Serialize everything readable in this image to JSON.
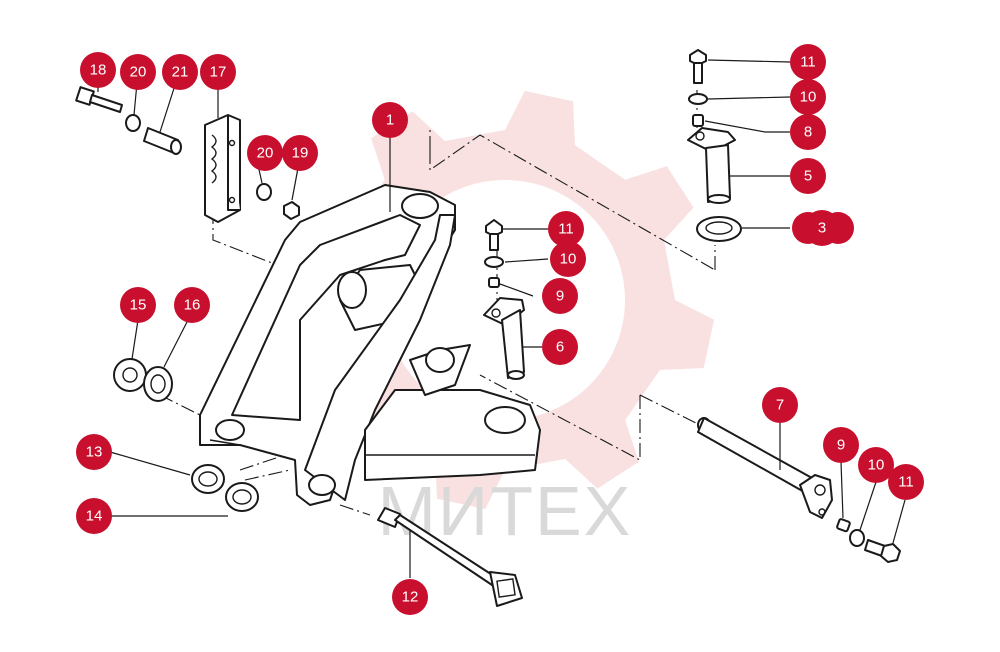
{
  "watermark": {
    "text": "МИТЕХ",
    "gear_color": "#f6c9c9",
    "text_color": "#d9d9d9"
  },
  "colors": {
    "callout": "#c8102e",
    "callout_text": "#ffffff",
    "line": "#1a1a1a"
  },
  "callouts": [
    {
      "id": "c1",
      "label": "1"
    },
    {
      "id": "c3",
      "label": "3"
    },
    {
      "id": "c5",
      "label": "5"
    },
    {
      "id": "c6",
      "label": "6"
    },
    {
      "id": "c7",
      "label": "7"
    },
    {
      "id": "c8",
      "label": "8"
    },
    {
      "id": "c9a",
      "label": "9"
    },
    {
      "id": "c9b",
      "label": "9"
    },
    {
      "id": "c10a",
      "label": "10"
    },
    {
      "id": "c10b",
      "label": "10"
    },
    {
      "id": "c10c",
      "label": "10"
    },
    {
      "id": "c11a",
      "label": "11"
    },
    {
      "id": "c11b",
      "label": "11"
    },
    {
      "id": "c11c",
      "label": "11"
    },
    {
      "id": "c12",
      "label": "12"
    },
    {
      "id": "c13",
      "label": "13"
    },
    {
      "id": "c14",
      "label": "14"
    },
    {
      "id": "c15",
      "label": "15"
    },
    {
      "id": "c16",
      "label": "16"
    },
    {
      "id": "c17",
      "label": "17"
    },
    {
      "id": "c18",
      "label": "18"
    },
    {
      "id": "c19",
      "label": "19"
    },
    {
      "id": "c20a",
      "label": "20"
    },
    {
      "id": "c20b",
      "label": "20"
    },
    {
      "id": "c21",
      "label": "21"
    }
  ]
}
